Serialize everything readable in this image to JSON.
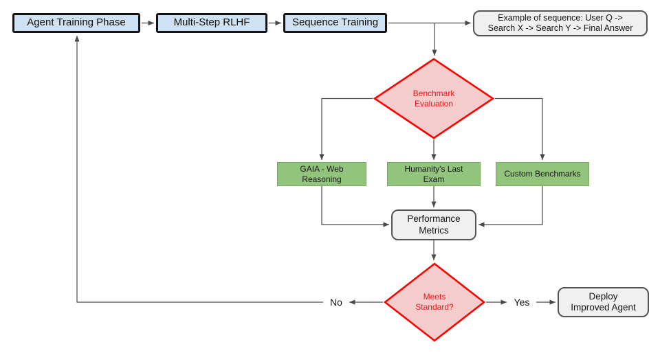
{
  "flowchart": {
    "nodes": {
      "agent_training_phase": {
        "label": "Agent Training Phase",
        "shape": "process"
      },
      "multi_step_rlhf": {
        "label": "Multi-Step RLHF",
        "shape": "process"
      },
      "sequence_training": {
        "label": "Sequence Training",
        "shape": "process"
      },
      "example_note": {
        "label": "Example of sequence: User Q ->\nSearch X -> Search Y -> Final Answer",
        "shape": "rounded"
      },
      "benchmark_evaluation": {
        "label": "Benchmark\nEvaluation",
        "shape": "decision"
      },
      "gaia_web_reasoning": {
        "label": "GAIA - Web\nReasoning",
        "shape": "benchmark"
      },
      "humanitys_last_exam": {
        "label": "Humanity's Last\nExam",
        "shape": "benchmark"
      },
      "custom_benchmarks": {
        "label": "Custom Benchmarks",
        "shape": "benchmark"
      },
      "performance_metrics": {
        "label": "Performance\nMetrics",
        "shape": "rounded"
      },
      "meets_standard": {
        "label": "Meets\nStandard?",
        "shape": "decision"
      },
      "deploy_improved_agent": {
        "label": "Deploy\nImproved Agent",
        "shape": "rounded"
      }
    },
    "edge_labels": {
      "no": "No",
      "yes": "Yes"
    },
    "colors": {
      "process_fill": "#cfe2f3",
      "process_border": "#141414",
      "decision_fill": "#f4cccc",
      "decision_border": "#ff0000",
      "decision_text": "#e81616",
      "benchmark_fill": "#93c47d",
      "benchmark_border": "#7ca862",
      "terminal_fill": "#f0f0f0",
      "terminal_border": "#545454",
      "connector": "#4a4a4a"
    }
  }
}
